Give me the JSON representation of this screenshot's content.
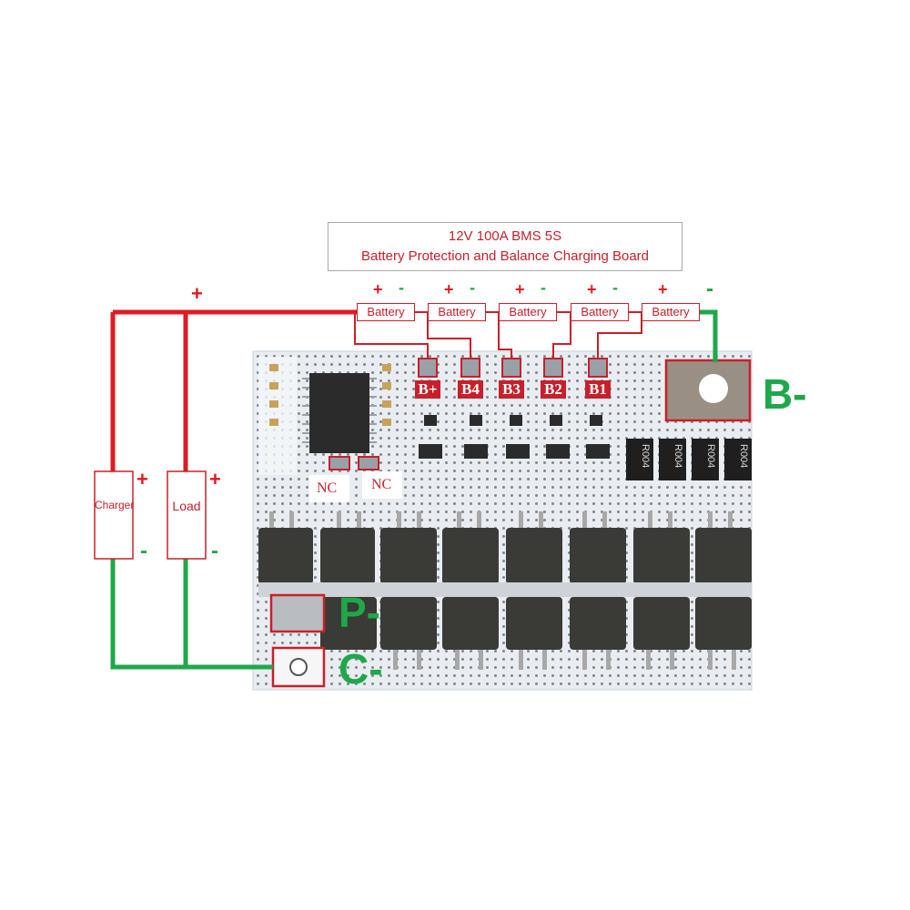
{
  "title": {
    "line1": "12V 100A BMS  5S",
    "line2": "Battery Protection and Balance Charging Board"
  },
  "batteries": [
    {
      "label": "Battery",
      "plus": "+",
      "minus": "-"
    },
    {
      "label": "Battery",
      "plus": "+",
      "minus": "-"
    },
    {
      "label": "Battery",
      "plus": "+",
      "minus": "-"
    },
    {
      "label": "Battery",
      "plus": "+",
      "minus": "-"
    },
    {
      "label": "Battery",
      "plus": "+",
      "minus": "-"
    }
  ],
  "main_plus": "+",
  "pins": [
    "B+",
    "B4",
    "B3",
    "B2",
    "B1"
  ],
  "nc_labels": [
    "NC",
    "NC"
  ],
  "devices": {
    "charger": {
      "label": "Charger",
      "plus": "+",
      "minus": "-"
    },
    "load": {
      "label": "Load",
      "plus": "+",
      "minus": "-"
    }
  },
  "terminals": {
    "b_minus": "B-",
    "p_minus": "P-",
    "c_minus": "C-"
  },
  "resistor_marks": [
    "R004",
    "R004",
    "R004",
    "R004"
  ],
  "colors": {
    "positive_wire": "#e01a22",
    "negative_wire": "#1ea84a",
    "label_red": "#c8202a",
    "board": "#e9edf2",
    "component": "#2b2b2b"
  },
  "counts": {
    "mosfet_rows": 2
  }
}
